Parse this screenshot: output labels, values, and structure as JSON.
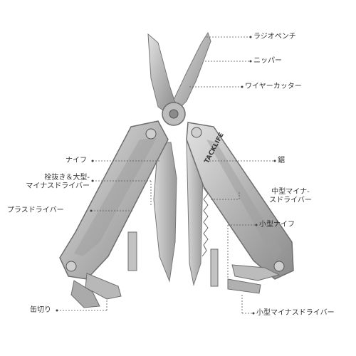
{
  "brand": "TACKLIFE",
  "colors": {
    "steel_light": "#d4d4d4",
    "steel_mid": "#a8a8a8",
    "steel_dark": "#6e6e6e",
    "blade": "#c9c9c9",
    "leader": "#555555"
  },
  "labels": {
    "radio_pliers": "ラジオペンチ",
    "nipper": "ニッパー",
    "wire_cutter": "ワイヤーカッター",
    "knife": "ナイフ",
    "saw": "鋸",
    "bottle_opener_line1": "栓抜き＆大型-",
    "bottle_opener_line2": "マイナスドライバー",
    "medium_driver_line1": "中型マイナ-",
    "medium_driver_line2": "スドライバー",
    "phillips_driver": "プラスドライバー",
    "small_knife": "小型ナイフ",
    "can_opener": "缶切り",
    "small_driver": "小型マイナスドライバー"
  }
}
